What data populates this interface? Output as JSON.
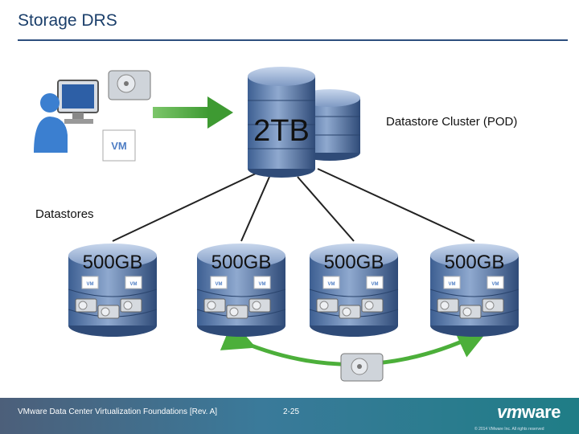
{
  "title": "Storage DRS",
  "cluster": {
    "size": "2TB",
    "label": "Datastore Cluster (POD)"
  },
  "vm_label": "VM",
  "datastores_label": "Datastores",
  "datastores": [
    {
      "size": "500GB",
      "vms": [
        "VM",
        "VM"
      ]
    },
    {
      "size": "500GB",
      "vms": [
        "VM",
        "VM"
      ]
    },
    {
      "size": "500GB",
      "vms": [
        "VM",
        "VM"
      ]
    },
    {
      "size": "500GB",
      "vms": [
        "VM",
        "VM"
      ]
    }
  ],
  "footer": {
    "course": "VMware Data Center Virtualization Foundations [Rev. A]",
    "page": "2-25",
    "copyright": "© 2014 VMware Inc. All rights reserved",
    "logo_vm": "vm",
    "logo_ware": "ware"
  },
  "colors": {
    "title": "#1b3f6b",
    "arrow_green": "#4caf3a",
    "db_blue": "#5f7fae",
    "footer": "#3a7a9a"
  }
}
